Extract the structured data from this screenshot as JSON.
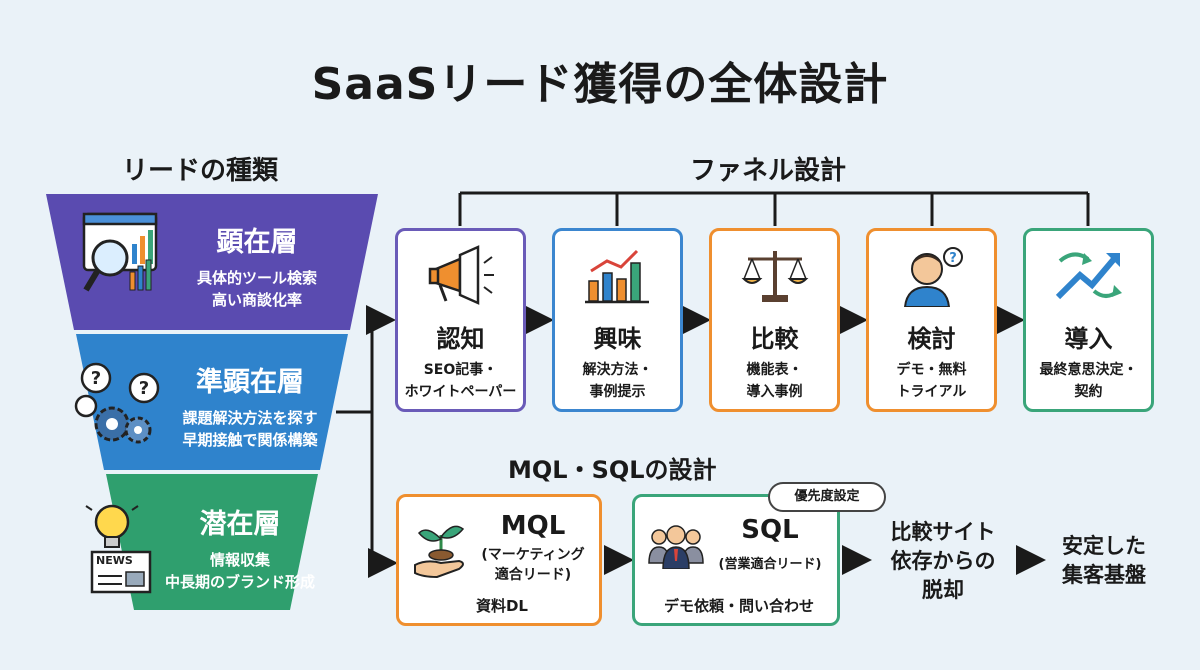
{
  "title": "SaaSリード獲得の全体設計",
  "lead_types": {
    "heading": "リードの種類",
    "layers": [
      {
        "name": "顕在層",
        "lines": [
          "具体的ツール検索",
          "高い商談化率"
        ],
        "color": "#5a4bb0"
      },
      {
        "name": "準顕在層",
        "lines": [
          "課題解決方法を探す",
          "早期接触で関係構築"
        ],
        "color": "#2f83cc"
      },
      {
        "name": "潜在層",
        "lines": [
          "情報収集",
          "中長期のブランド形成"
        ],
        "color": "#2f9f6e"
      }
    ],
    "news_label": "NEWS"
  },
  "funnel": {
    "heading": "ファネル設計",
    "stages": [
      {
        "name": "認知",
        "lines": [
          "SEO記事・",
          "ホワイトペーパー"
        ],
        "color": "#6a5bb8"
      },
      {
        "name": "興味",
        "lines": [
          "解決方法・",
          "事例提示"
        ],
        "color": "#3b86cf"
      },
      {
        "name": "比較",
        "lines": [
          "機能表・",
          "導入事例"
        ],
        "color": "#ef8f2f"
      },
      {
        "name": "検討",
        "lines": [
          "デモ・無料",
          "トライアル"
        ],
        "color": "#ef8f2f"
      },
      {
        "name": "導入",
        "lines": [
          "最終意思決定・",
          "契約"
        ],
        "color": "#3aa57a"
      }
    ]
  },
  "mql_sql": {
    "heading": "MQL・SQLの設計",
    "mql": {
      "name": "MQL",
      "sub": [
        "(マーケティング",
        "適合リード)"
      ],
      "action": "資料DL",
      "color": "#ef8f2f"
    },
    "sql": {
      "name": "SQL",
      "sub": "(営業適合リード)",
      "action": "デモ依頼・問い合わせ",
      "color": "#3aa57a"
    },
    "badge": "優先度設定",
    "outcome1": [
      "比較サイト",
      "依存からの",
      "脱却"
    ],
    "outcome2": [
      "安定した",
      "集客基盤"
    ]
  }
}
